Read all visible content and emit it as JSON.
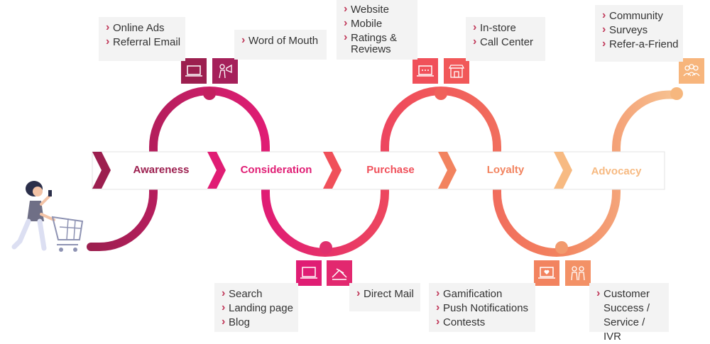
{
  "stages": [
    {
      "label": "Awareness",
      "color": "#9c1f4f"
    },
    {
      "label": "Consideration",
      "color": "#e01d74"
    },
    {
      "label": "Purchase",
      "color": "#f0505a"
    },
    {
      "label": "Loyalty",
      "color": "#f2835f"
    },
    {
      "label": "Advocacy",
      "color": "#f7ba82"
    }
  ],
  "touchpoints": {
    "online": {
      "items": [
        "Online Ads",
        "Referral Email"
      ]
    },
    "wom": {
      "items": [
        "Word of Mouth"
      ]
    },
    "digital": {
      "items": [
        "Website",
        "Mobile",
        "Ratings &",
        "Reviews"
      ]
    },
    "store": {
      "items": [
        "In-store",
        "Call Center"
      ]
    },
    "community": {
      "items": [
        "Community",
        "Surveys",
        "Refer-a-Friend"
      ]
    },
    "search": {
      "items": [
        "Search",
        "Landing page",
        "Blog"
      ]
    },
    "mail": {
      "items": [
        "Direct Mail"
      ]
    },
    "gamification": {
      "items": [
        "Gamification",
        "Push Notifications",
        "Contests"
      ]
    },
    "service": {
      "items": [
        "Customer",
        "Success /",
        "Service / IVR"
      ]
    }
  },
  "icons": [
    "laptop-icon",
    "megaphone-person-icon",
    "monitor-icon",
    "direct-mail-icon",
    "laptop-stars-icon",
    "storefront-icon",
    "laptop-heart-icon",
    "people-icon",
    "group-icon"
  ],
  "colors": {
    "maroon": "#9c1f4f",
    "magenta": "#e01d74",
    "coral": "#f0505a",
    "orange": "#f2835f",
    "peach": "#f7ba82"
  }
}
